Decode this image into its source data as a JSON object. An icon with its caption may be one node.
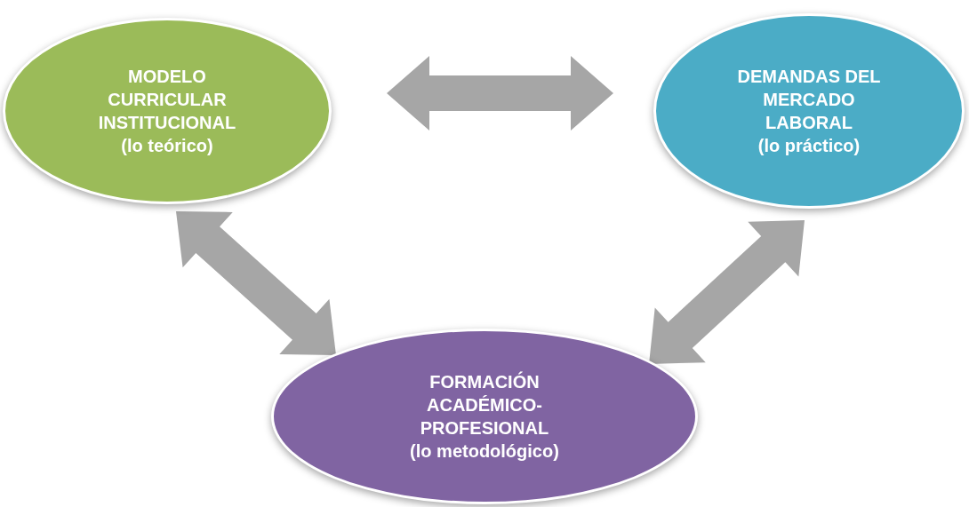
{
  "diagram": {
    "nodes": [
      {
        "text": [
          "MODELO CURRICULAR INSTITUCIONAL",
          "(lo teórico)"
        ]
      },
      {
        "text": [
          "DEMANDAS DEL MERCADO LABORAL",
          "(lo práctico)"
        ]
      },
      {
        "text": [
          "FORMACIÓN ACADÉMICO- PROFESIONAL",
          "(lo metodológico)"
        ]
      }
    ],
    "edges": [
      {
        "from": 0,
        "to": 1,
        "arrow": "both"
      },
      {
        "from": 0,
        "to": 2,
        "arrow": "both"
      },
      {
        "from": 1,
        "to": 2,
        "arrow": "both"
      }
    ]
  }
}
